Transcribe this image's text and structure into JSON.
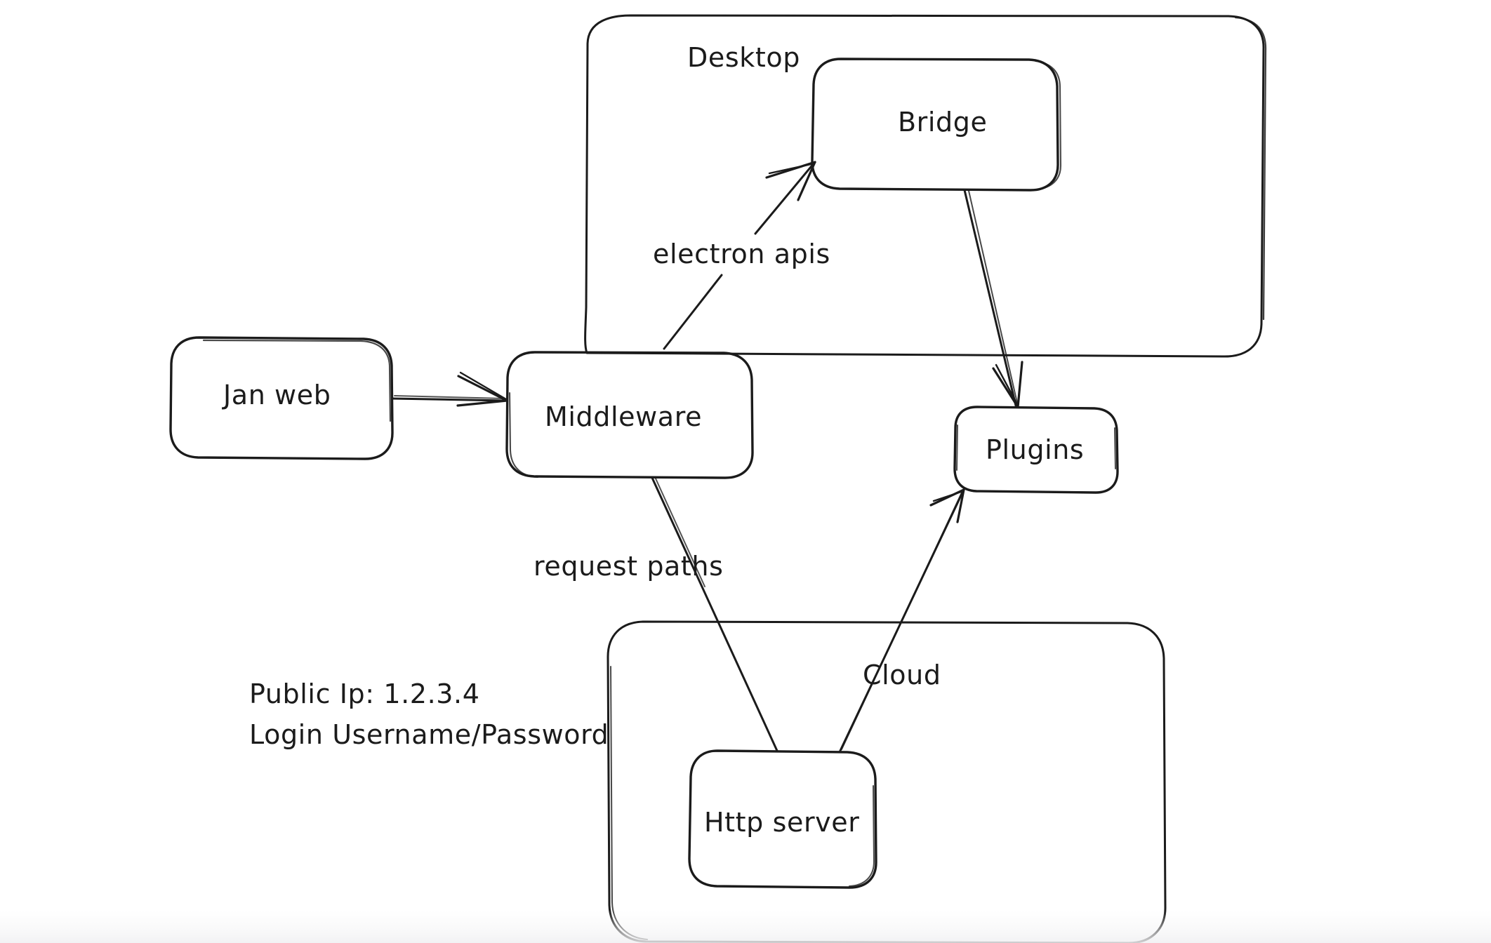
{
  "diagram": {
    "title_text_present": false,
    "background_color": "#ffffff",
    "stroke_color": "#1b1b1b",
    "groups": [
      {
        "id": "desktop",
        "label": "Desktop"
      },
      {
        "id": "cloud_region",
        "label": ""
      }
    ],
    "nodes": [
      {
        "id": "jan_web",
        "label": "Jan web"
      },
      {
        "id": "middleware",
        "label": "Middleware"
      },
      {
        "id": "bridge",
        "label": "Bridge"
      },
      {
        "id": "plugins",
        "label": "Plugins"
      },
      {
        "id": "http_server",
        "label": "Http server"
      }
    ],
    "edges": [
      {
        "id": "jan_to_middleware",
        "from": "Jan web",
        "to": "Middleware",
        "label": ""
      },
      {
        "id": "middleware_to_bridge",
        "from": "Middleware",
        "to": "Bridge",
        "label": "electron apis"
      },
      {
        "id": "bridge_to_plugins",
        "from": "Bridge",
        "to": "Plugins",
        "label": ""
      },
      {
        "id": "middleware_to_http",
        "from": "Middleware",
        "to": "Http server",
        "label": "request paths"
      },
      {
        "id": "http_to_plugins",
        "from": "Http server",
        "to": "Plugins",
        "label": "Cloud"
      }
    ],
    "notes": {
      "line1": "Public Ip: 1.2.3.4",
      "line2": "Login Username/Password"
    }
  }
}
